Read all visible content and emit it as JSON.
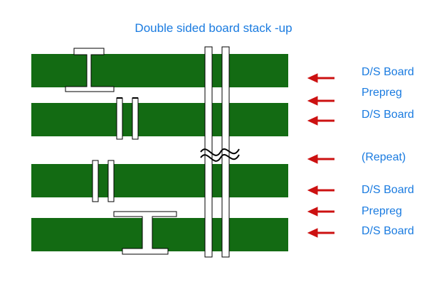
{
  "diagram": {
    "title": "Double sided board stack -up",
    "labels": [
      {
        "id": "ds-board-1",
        "text": "D/S Board"
      },
      {
        "id": "prepreg-1",
        "text": "Prepreg"
      },
      {
        "id": "ds-board-2",
        "text": "D/S Board"
      },
      {
        "id": "repeat",
        "text": "(Repeat)"
      },
      {
        "id": "ds-board-3",
        "text": "D/S Board"
      },
      {
        "id": "prepreg-2",
        "text": "Prepreg"
      },
      {
        "id": "ds-board-4",
        "text": "D/S Board"
      }
    ],
    "colors": {
      "board": "#136b13",
      "label_text": "#1a7be0",
      "arrow": "#cc1111",
      "via_outline": "#ffffff"
    },
    "icons": [
      "left-arrow-icon",
      "break-wave-icon"
    ]
  }
}
